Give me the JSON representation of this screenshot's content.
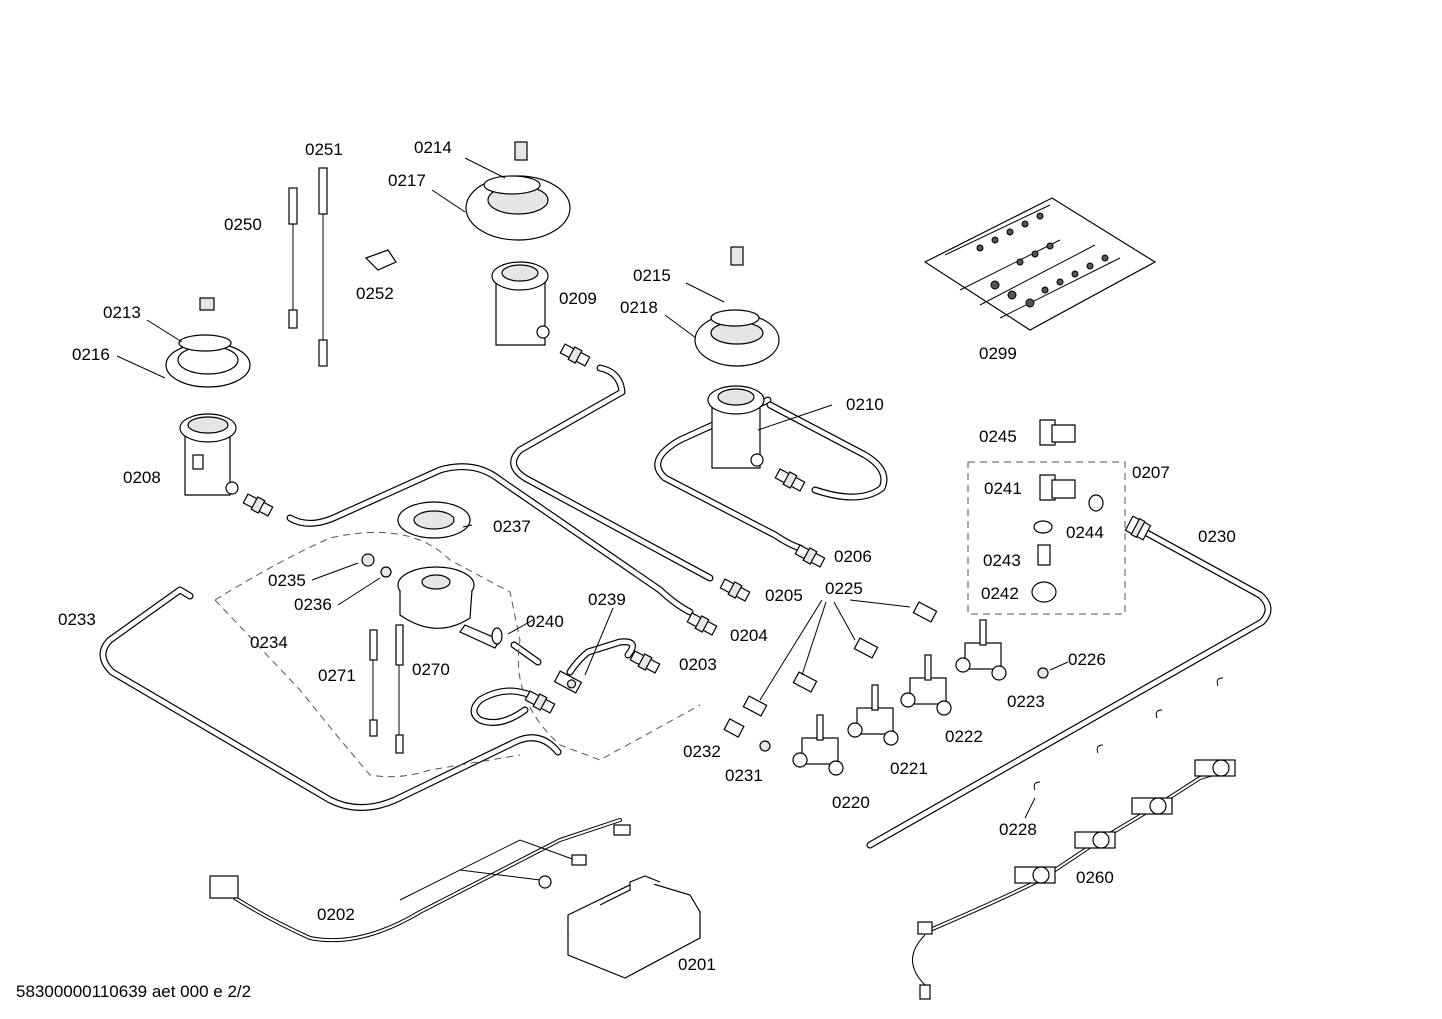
{
  "labels": {
    "p0201": "0201",
    "p0202": "0202",
    "p0203": "0203",
    "p0204": "0204",
    "p0205": "0205",
    "p0206": "0206",
    "p0207": "0207",
    "p0208": "0208",
    "p0209": "0209",
    "p0210": "0210",
    "p0213": "0213",
    "p0214": "0214",
    "p0215": "0215",
    "p0216": "0216",
    "p0217": "0217",
    "p0218": "0218",
    "p0220": "0220",
    "p0221": "0221",
    "p0222": "0222",
    "p0223": "0223",
    "p0225": "0225",
    "p0226": "0226",
    "p0228": "0228",
    "p0230": "0230",
    "p0231": "0231",
    "p0232": "0232",
    "p0233": "0233",
    "p0234": "0234",
    "p0235": "0235",
    "p0236": "0236",
    "p0237": "0237",
    "p0239": "0239",
    "p0240": "0240",
    "p0241": "0241",
    "p0242": "0242",
    "p0243": "0243",
    "p0244": "0244",
    "p0245": "0245",
    "p0250": "0250",
    "p0251": "0251",
    "p0252": "0252",
    "p0260": "0260",
    "p0270": "0270",
    "p0271": "0271",
    "p0299": "0299"
  },
  "footer": "58300000110639 aet 000 e 2/2"
}
